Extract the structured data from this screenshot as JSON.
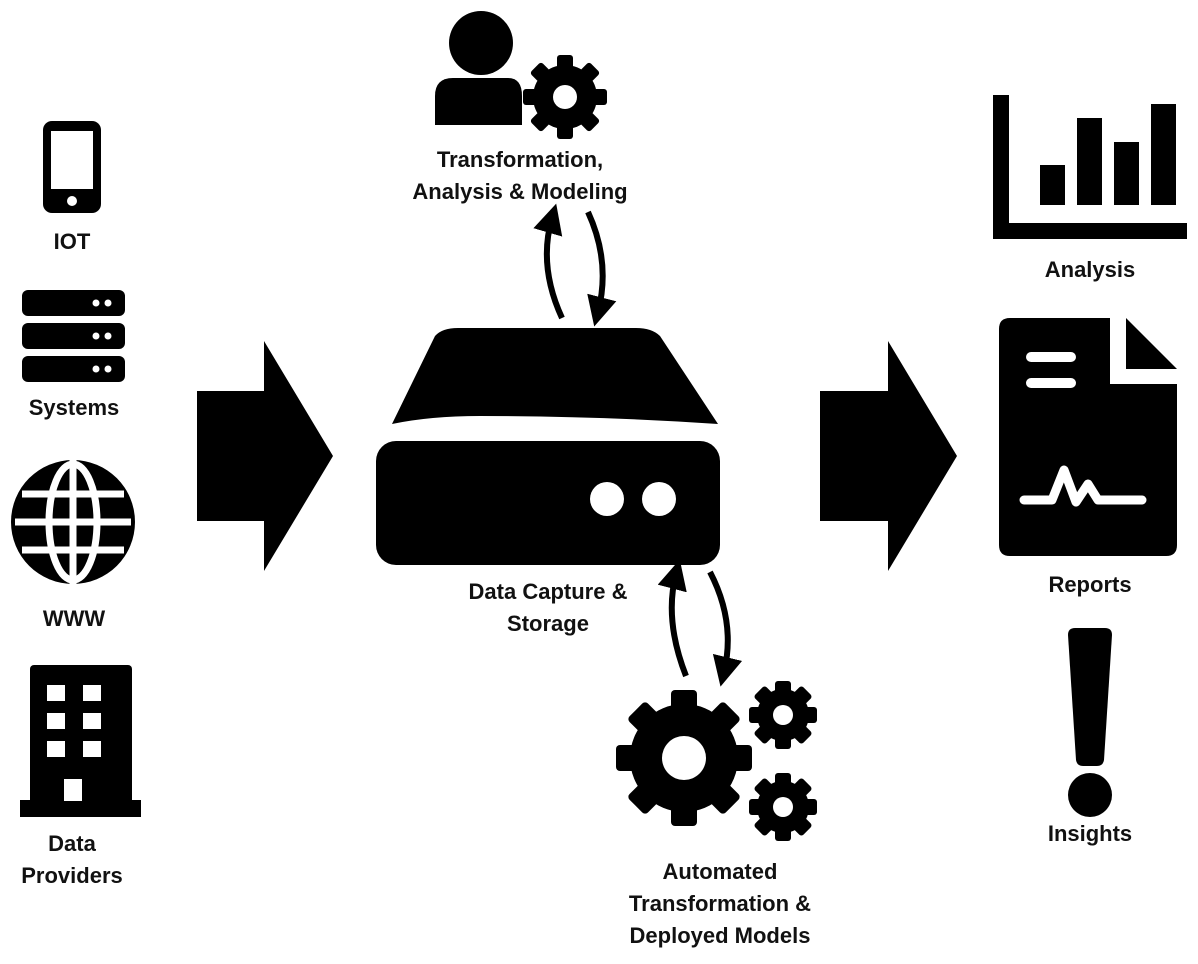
{
  "diagram": {
    "sources": {
      "iot_label": "IOT",
      "systems_label": "Systems",
      "www_label": "WWW",
      "data_providers_label_line1": "Data",
      "data_providers_label_line2": "Providers"
    },
    "center": {
      "storage_label_line1": "Data Capture &",
      "storage_label_line2": "Storage",
      "modeling_label_line1": "Transformation,",
      "modeling_label_line2": "Analysis & Modeling",
      "automated_label_line1": "Automated",
      "automated_label_line2": "Transformation &",
      "automated_label_line3": "Deployed Models"
    },
    "outputs": {
      "analysis_label": "Analysis",
      "reports_label": "Reports",
      "insights_label": "Insights"
    },
    "icons": [
      "phone-icon",
      "server-rack-icon",
      "globe-icon",
      "building-icon",
      "user-gear-icon",
      "storage-drive-icon",
      "gears-icon",
      "bar-chart-icon",
      "report-document-icon",
      "exclamation-icon",
      "flow-arrow-icon",
      "cycle-arrows-icon"
    ],
    "colors": {
      "foreground": "#000000",
      "background": "#ffffff"
    }
  }
}
